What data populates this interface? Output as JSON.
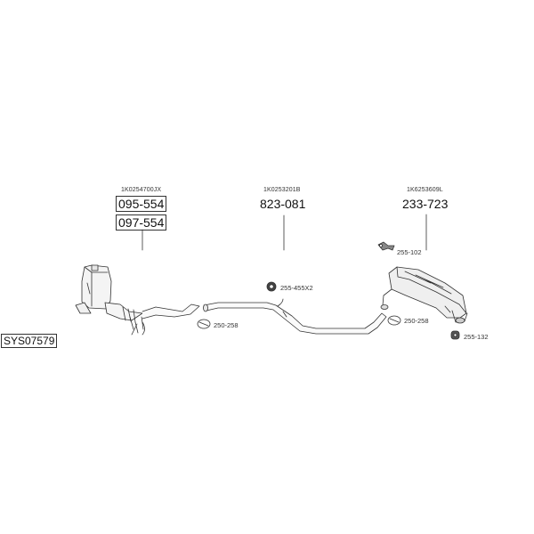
{
  "system_code": "SYS07579",
  "groups": [
    {
      "oem": "1K0254700JX",
      "parts": [
        "095-554",
        "097-554"
      ]
    },
    {
      "oem": "1K0253201B",
      "parts": [
        "823-081"
      ]
    },
    {
      "oem": "1K6253609L",
      "parts": [
        "233-723"
      ]
    }
  ],
  "accessories": {
    "clamp_front": "250-258",
    "ring_mid": "255-455X2",
    "hanger_top": "255-102",
    "clamp_rear": "250-258",
    "rubber_rear": "255-132"
  }
}
